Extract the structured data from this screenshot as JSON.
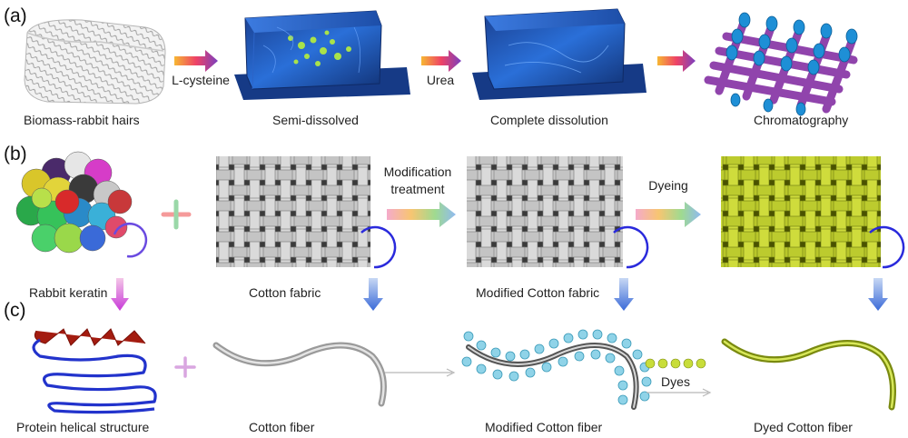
{
  "panels": {
    "a": "(a)",
    "b": "(b)",
    "c": "(c)"
  },
  "row_a": {
    "captions": [
      "Biomass-rabbit hairs",
      "Semi-dissolved",
      "Complete dissolution",
      "Chromatography"
    ],
    "arrow_labels": [
      "L-cysteine",
      "Urea"
    ]
  },
  "row_b": {
    "captions": [
      "Rabbit keratin",
      "Cotton fabric",
      "Modified Cotton fabric"
    ],
    "arrow_labels": [
      "Modification treatment",
      "Dyeing"
    ]
  },
  "row_c": {
    "captions": [
      "Protein helical structure",
      "Cotton fiber",
      "Modified Cotton fiber",
      "Dyed Cotton fiber"
    ],
    "arrow_labels": [
      "Dyes"
    ]
  },
  "colors": {
    "gel_blue": "#1f58b8",
    "cotton_gray": "#b8b8b8",
    "dyed_yellow": "#b9c72a",
    "helix_red": "#a41c10",
    "sheet_blue": "#2233cc",
    "bead_cyan": "#8fd3e8",
    "bead_yellow": "#c8dd3a",
    "purple": "#8b3aa8"
  }
}
